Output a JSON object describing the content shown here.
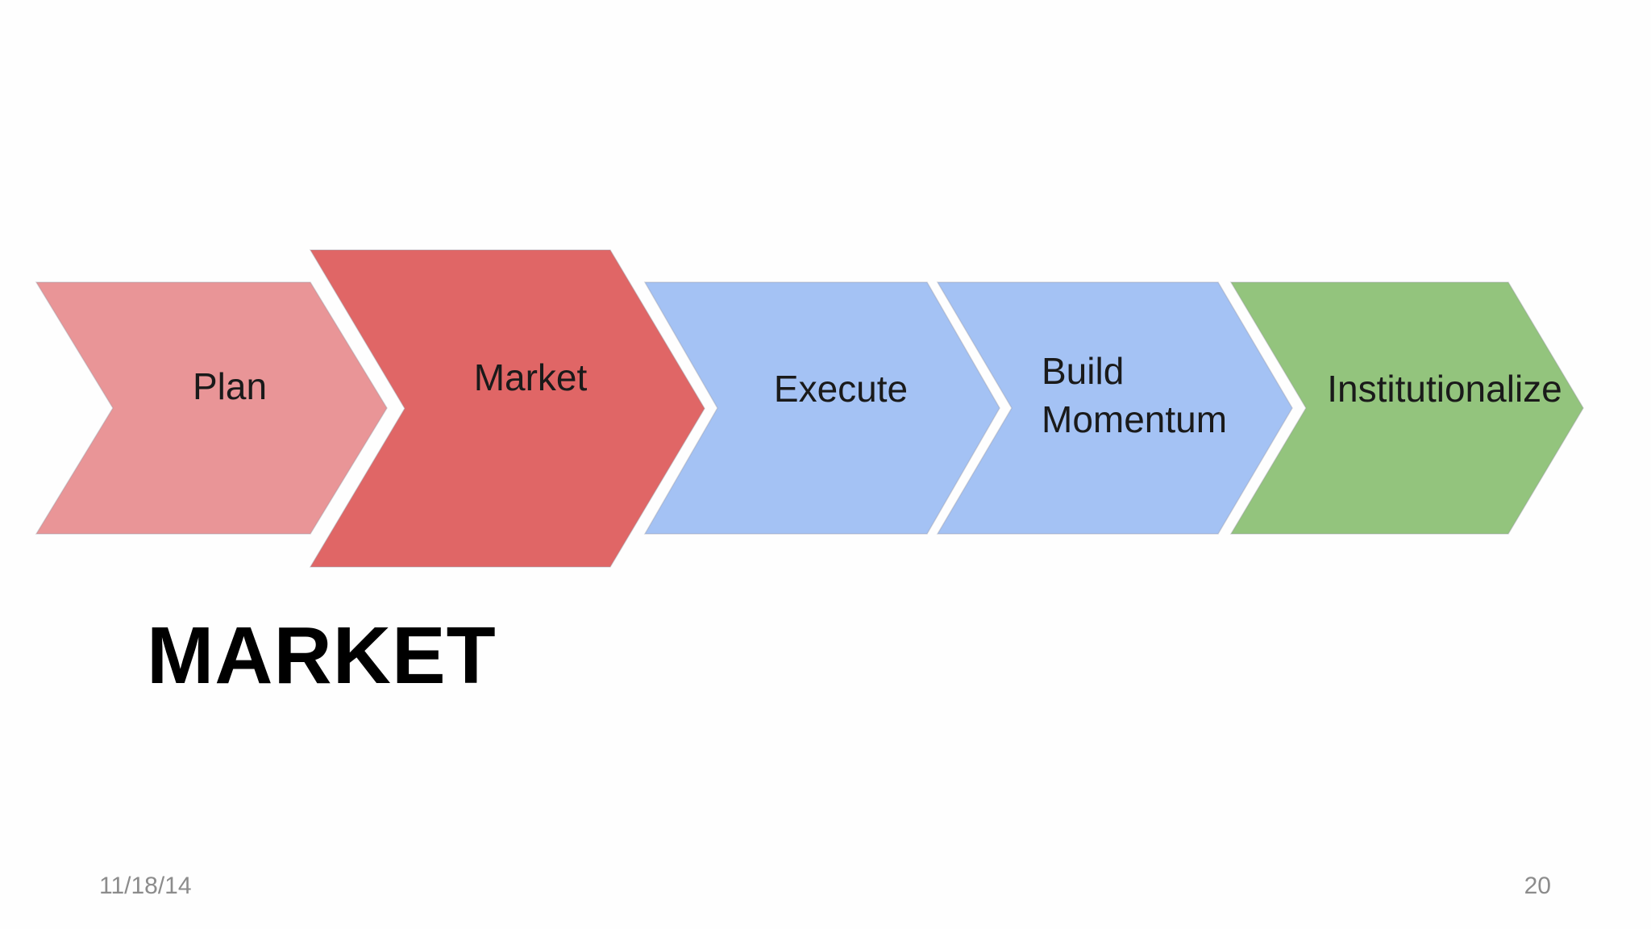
{
  "slide": {
    "heading": "MARKET",
    "date": "11/18/14",
    "page_number": "20"
  },
  "process": {
    "active_step": "Market",
    "steps": [
      {
        "lines": [
          "Plan"
        ],
        "color": "#e99597",
        "active": false
      },
      {
        "lines": [
          "Market"
        ],
        "color": "#e06666",
        "active": true
      },
      {
        "lines": [
          "Execute"
        ],
        "color": "#a4c2f4",
        "active": false
      },
      {
        "lines": [
          "Build",
          "Momentum"
        ],
        "color": "#a4c2f4",
        "active": false
      },
      {
        "lines": [
          "Institutionalize"
        ],
        "color": "#93c47d",
        "active": false
      }
    ]
  }
}
